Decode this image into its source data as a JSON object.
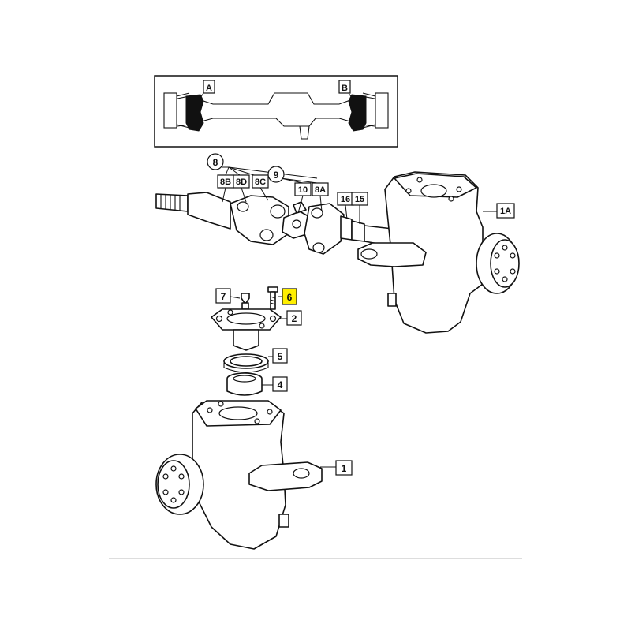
{
  "inset": {
    "label_a": "A",
    "label_b": "B"
  },
  "callouts": {
    "c8": "8",
    "c8b": "8B",
    "c8d": "8D",
    "c8c": "8C",
    "c9": "9",
    "c10": "10",
    "c8a": "8A",
    "c16": "16",
    "c15": "15",
    "c1a": "1A",
    "c7": "7",
    "c6": "6",
    "c2": "2",
    "c5": "5",
    "c4": "4",
    "c1": "1"
  },
  "colors": {
    "highlight": "#ffef00",
    "line": "#111111"
  },
  "highlighted_part": "6"
}
